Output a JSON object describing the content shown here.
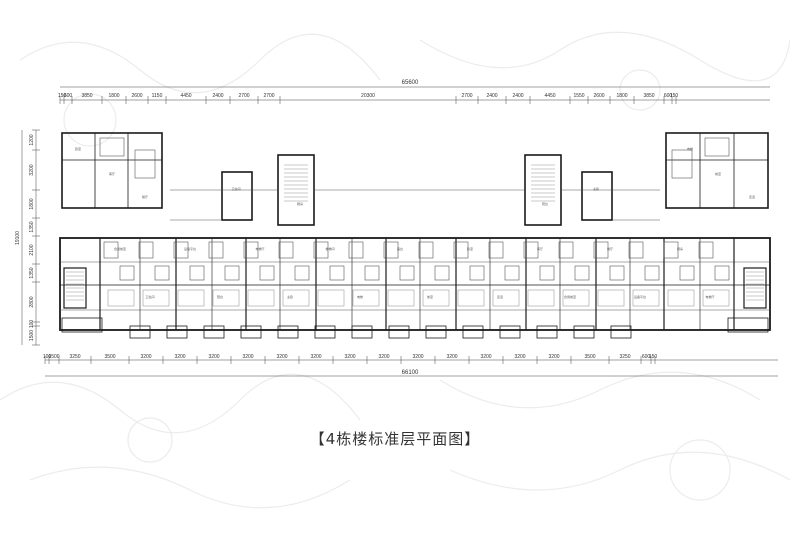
{
  "caption": "【4栋楼标准层平面图】",
  "dimensions": {
    "total_top": "65600",
    "total_bottom": "66100",
    "total_left": "19100",
    "top_segments": [
      "150",
      "600",
      "3850",
      "1800",
      "2600",
      "1150",
      "4450",
      "2400",
      "2700",
      "2700",
      "20300",
      "2700",
      "2400",
      "2400",
      "4450",
      "1550",
      "2600",
      "1800",
      "3850",
      "600",
      "150"
    ],
    "bottom_segments": [
      "100",
      "1500",
      "3250",
      "3500",
      "3200",
      "3200",
      "3200",
      "3200",
      "3200",
      "3200",
      "3200",
      "3200",
      "3200",
      "3200",
      "3200",
      "3200",
      "3200",
      "3500",
      "3250",
      "600",
      "150"
    ],
    "left_segments": [
      "1200",
      "3200",
      "1800",
      "1350",
      "2100",
      "1350",
      "2800",
      "100",
      "1500"
    ]
  },
  "room_labels": [
    "卧室",
    "客厅",
    "餐厅",
    "厨房",
    "卫生间",
    "阳台",
    "主卧",
    "电梯",
    "前室",
    "走道",
    "合用前室",
    "设备平台",
    "电梯厅",
    "楼梯间",
    "露台"
  ],
  "colors": {
    "wall": "#1a1a1a",
    "line": "#555555",
    "watermark": "#e8e8e8",
    "text": "#333333"
  }
}
